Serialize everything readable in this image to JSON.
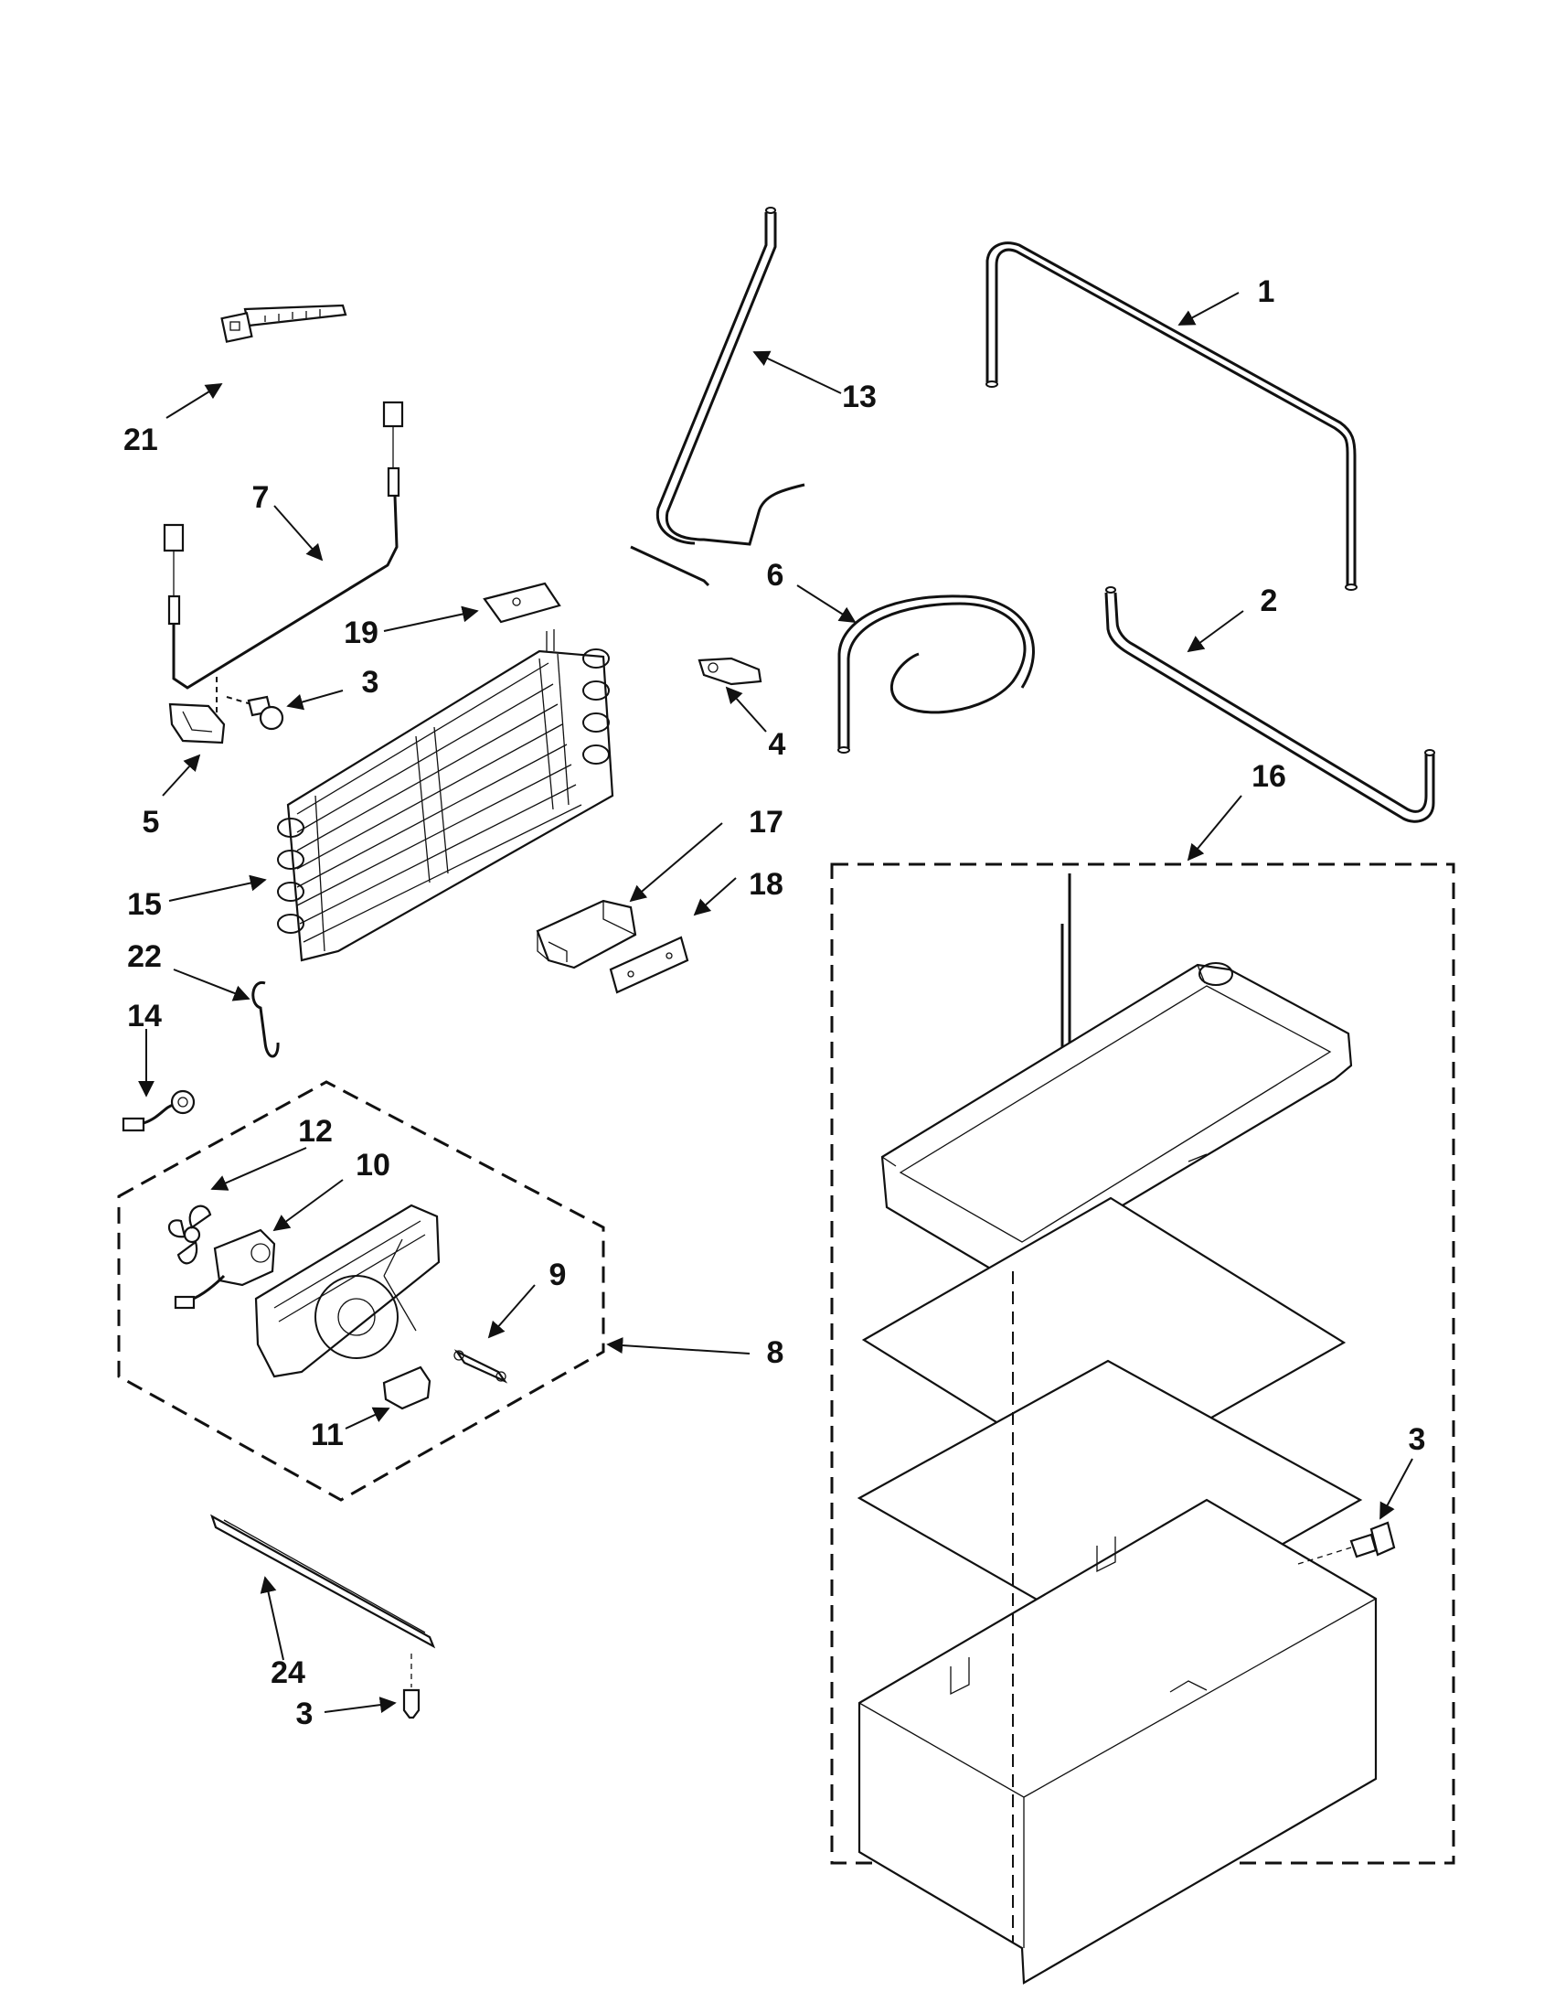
{
  "callouts": {
    "c1": "1",
    "c2": "2",
    "c3a": "3",
    "c3b": "3",
    "c3c": "3",
    "c4": "4",
    "c5": "5",
    "c6": "6",
    "c7": "7",
    "c8": "8",
    "c9": "9",
    "c10": "10",
    "c11": "11",
    "c12": "12",
    "c13": "13",
    "c14": "14",
    "c15": "15",
    "c16": "16",
    "c17": "17",
    "c18": "18",
    "c19": "19",
    "c21": "21",
    "c22": "22",
    "c24": "24"
  }
}
